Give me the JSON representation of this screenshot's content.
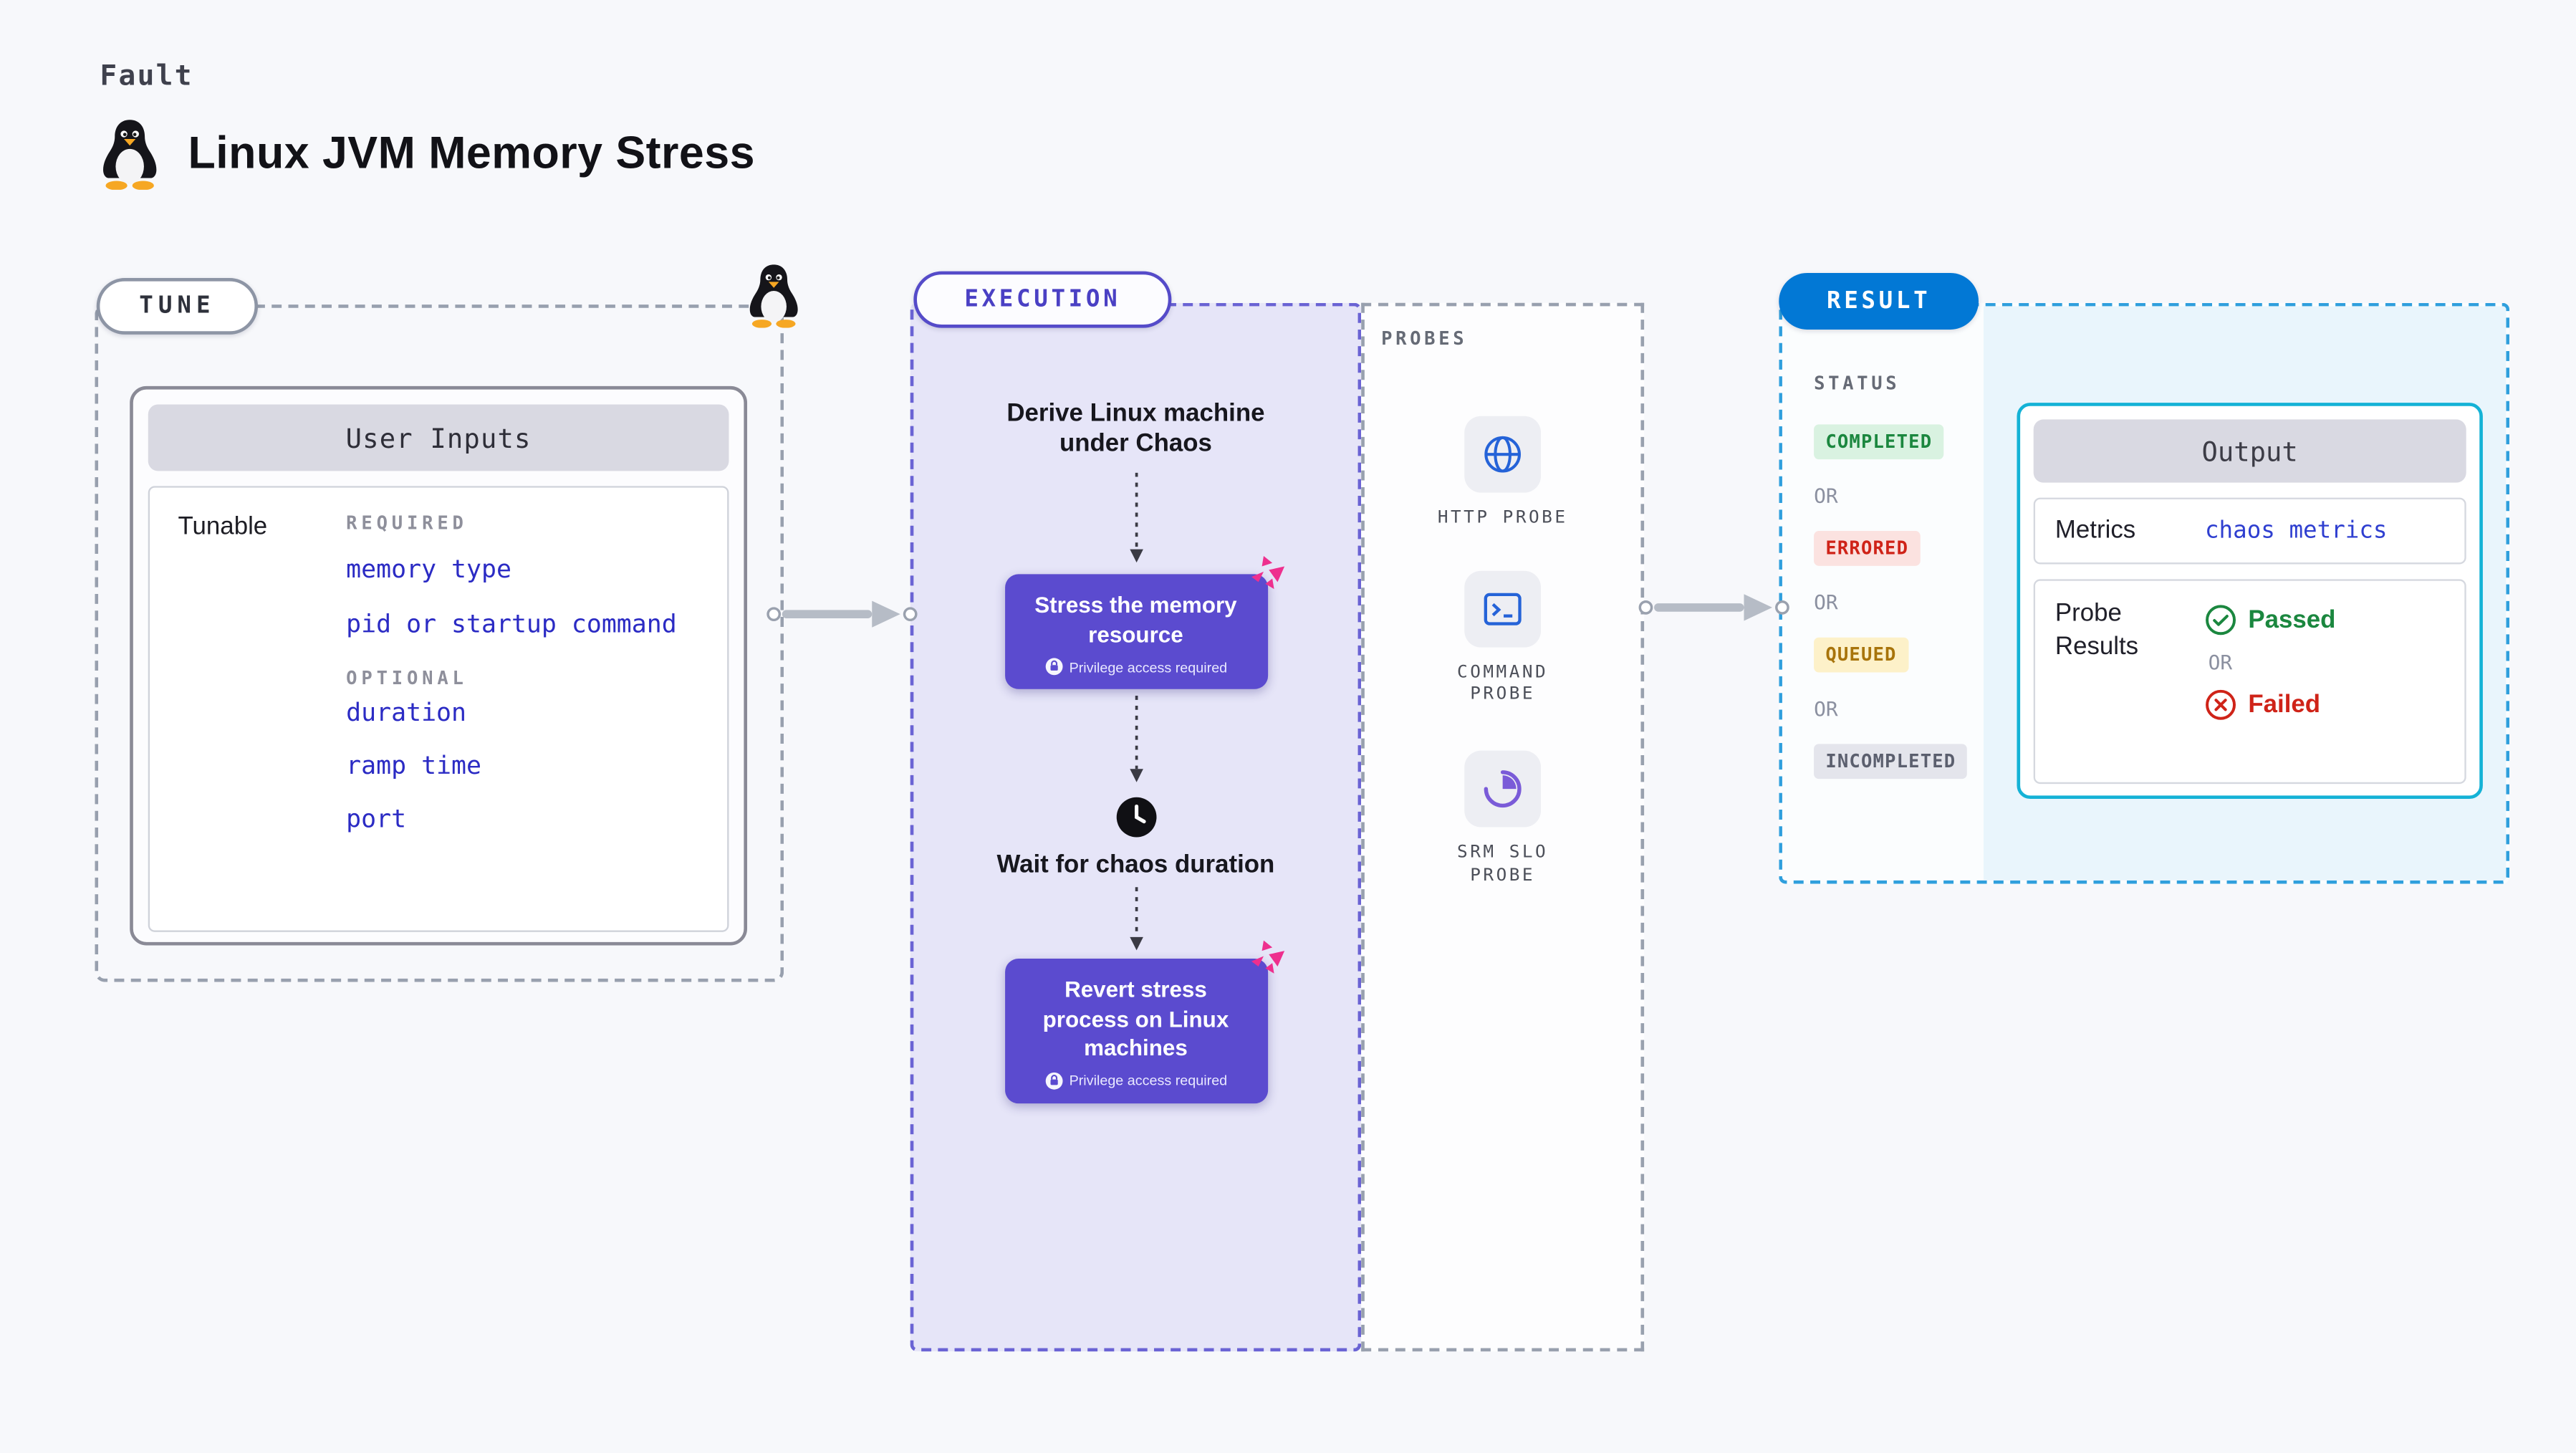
{
  "page": {
    "kicker": "Fault",
    "title": "Linux JVM Memory Stress"
  },
  "tune": {
    "label": "TUNE",
    "card_title": "User Inputs",
    "row_label": "Tunable",
    "required_label": "REQUIRED",
    "required_items": [
      "memory type",
      "pid or startup command"
    ],
    "optional_label": "OPTIONAL",
    "optional_items": [
      "duration",
      "ramp time",
      "port"
    ]
  },
  "execution": {
    "label": "EXECUTION",
    "derive_step": "Derive Linux machine under Chaos",
    "stress_step": "Stress the memory resource",
    "wait_step": "Wait for chaos duration",
    "revert_step": "Revert stress process on Linux machines",
    "privilege_note": "Privilege access required"
  },
  "probes": {
    "label": "PROBES",
    "items": [
      {
        "name": "HTTP PROBE",
        "icon": "globe-icon"
      },
      {
        "name": "COMMAND PROBE",
        "icon": "terminal-icon"
      },
      {
        "name": "SRM SLO PROBE",
        "icon": "slo-pie-icon"
      }
    ]
  },
  "result": {
    "label": "RESULT",
    "status_label": "STATUS",
    "or_label": "OR",
    "statuses": [
      {
        "label": "COMPLETED",
        "type": "success"
      },
      {
        "label": "ERRORED",
        "type": "error"
      },
      {
        "label": "QUEUED",
        "type": "warning"
      },
      {
        "label": "INCOMPLETED",
        "type": "neutral"
      }
    ],
    "output": {
      "title": "Output",
      "metrics_label": "Metrics",
      "metrics_value": "chaos metrics",
      "probe_results_label": "Probe Results",
      "passed_label": "Passed",
      "failed_label": "Failed"
    }
  },
  "colors": {
    "background": "#f7f8fb",
    "accent_purple": "#5b4bcf",
    "execution_fill": "#e6e5f8",
    "result_accent": "#0278d5",
    "output_border": "#14b2d6",
    "link_blue": "#2b2bc4",
    "success_green": "#1b873f",
    "error_red": "#cf2318",
    "warning_yellow": "#a8740b",
    "neutral_gray": "#5b5f6e",
    "chaos_pink": "#ee2f8e",
    "arrow_gray": "#b6bcc6"
  }
}
